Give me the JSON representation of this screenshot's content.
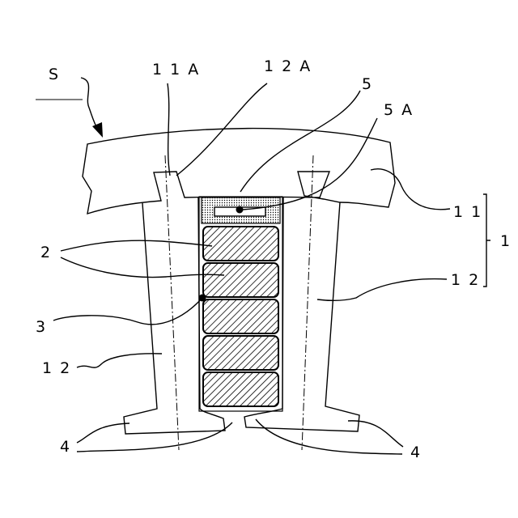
{
  "labels": {
    "s": "S",
    "l11a": "1 1 A",
    "l12a": "1 2 A",
    "l5": "5",
    "l5a": "5 A",
    "l11": "1 1",
    "l1": "1",
    "l12r": "1 2",
    "l2": "2",
    "l3": "3",
    "l12l": "1 2",
    "l4l": "4",
    "l4r": "4"
  }
}
